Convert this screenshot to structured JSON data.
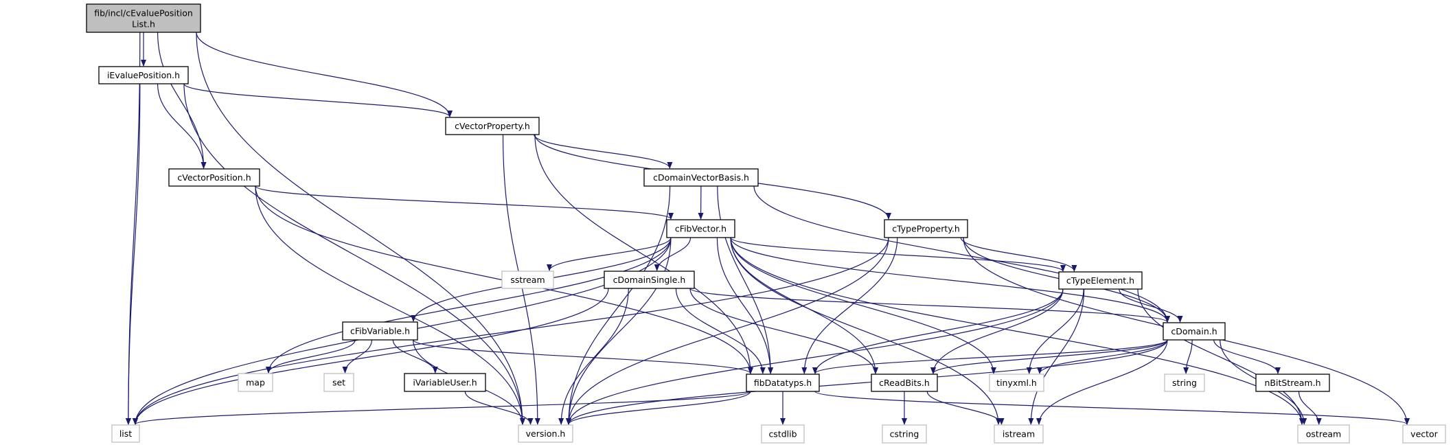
{
  "graph": {
    "edge_color": "#191970",
    "root_fill": "#bfbfbf",
    "system_border": "#bfbfbf",
    "root": {
      "label": "fib/incl/cEvaluePositionList.h",
      "lines": [
        "fib/incl/cEvaluePosition",
        "List.h"
      ]
    },
    "nodes": [
      {
        "label": "iEvaluePosition.h",
        "system": false
      },
      {
        "label": "cVectorPosition.h",
        "system": false
      },
      {
        "label": "cVectorProperty.h",
        "system": false
      },
      {
        "label": "cDomainVectorBasis.h",
        "system": false
      },
      {
        "label": "cFibVector.h",
        "system": false
      },
      {
        "label": "cTypeProperty.h",
        "system": false
      },
      {
        "label": "sstream",
        "system": true
      },
      {
        "label": "cDomainSingle.h",
        "system": false
      },
      {
        "label": "cTypeElement.h",
        "system": false
      },
      {
        "label": "cFibVariable.h",
        "system": false
      },
      {
        "label": "cDomain.h",
        "system": false
      },
      {
        "label": "map",
        "system": true
      },
      {
        "label": "set",
        "system": true
      },
      {
        "label": "iVariableUser.h",
        "system": false
      },
      {
        "label": "fibDatatyps.h",
        "system": false
      },
      {
        "label": "cReadBits.h",
        "system": false
      },
      {
        "label": "tinyxml.h",
        "system": true
      },
      {
        "label": "string",
        "system": true
      },
      {
        "label": "nBitStream.h",
        "system": false
      },
      {
        "label": "list",
        "system": true
      },
      {
        "label": "version.h",
        "system": true
      },
      {
        "label": "cstdlib",
        "system": true
      },
      {
        "label": "cstring",
        "system": true
      },
      {
        "label": "istream",
        "system": true
      },
      {
        "label": "ostream",
        "system": true
      },
      {
        "label": "vector",
        "system": true
      }
    ],
    "edges": [
      [
        "fib/incl/cEvaluePositionList.h",
        "list"
      ],
      [
        "fib/incl/cEvaluePositionList.h",
        "version.h"
      ],
      [
        "fib/incl/cEvaluePositionList.h",
        "iEvaluePosition.h"
      ],
      [
        "fib/incl/cEvaluePositionList.h",
        "cVectorPosition.h"
      ],
      [
        "fib/incl/cEvaluePositionList.h",
        "cVectorProperty.h"
      ],
      [
        "iEvaluePosition.h",
        "cVectorProperty.h"
      ],
      [
        "iEvaluePosition.h",
        "cVectorPosition.h"
      ],
      [
        "iEvaluePosition.h",
        "list"
      ],
      [
        "iEvaluePosition.h",
        "version.h"
      ],
      [
        "cVectorPosition.h",
        "cFibVector.h"
      ],
      [
        "cVectorPosition.h",
        "fibDatatyps.h"
      ],
      [
        "cVectorPosition.h",
        "version.h"
      ],
      [
        "cVectorProperty.h",
        "version.h"
      ],
      [
        "cVectorProperty.h",
        "cDomainVectorBasis.h"
      ],
      [
        "cVectorProperty.h",
        "fibDatatyps.h"
      ],
      [
        "cVectorProperty.h",
        "cTypeProperty.h"
      ],
      [
        "cDomainVectorBasis.h",
        "cFibVector.h"
      ],
      [
        "cDomainVectorBasis.h",
        "version.h"
      ],
      [
        "cDomainVectorBasis.h",
        "fibDatatyps.h"
      ],
      [
        "cDomainVectorBasis.h",
        "cDomain.h"
      ],
      [
        "cFibVector.h",
        "list"
      ],
      [
        "cFibVector.h",
        "map"
      ],
      [
        "cFibVector.h",
        "sstream"
      ],
      [
        "cFibVector.h",
        "cDomainSingle.h"
      ],
      [
        "cFibVector.h",
        "cFibVariable.h"
      ],
      [
        "cFibVector.h",
        "version.h"
      ],
      [
        "cFibVector.h",
        "fibDatatyps.h"
      ],
      [
        "cFibVector.h",
        "cReadBits.h"
      ],
      [
        "cFibVector.h",
        "istream"
      ],
      [
        "cFibVector.h",
        "tinyxml.h"
      ],
      [
        "cFibVector.h",
        "cTypeElement.h"
      ],
      [
        "cFibVector.h",
        "cDomain.h"
      ],
      [
        "cFibVector.h",
        "ostream"
      ],
      [
        "cTypeProperty.h",
        "list"
      ],
      [
        "cTypeProperty.h",
        "version.h"
      ],
      [
        "cTypeProperty.h",
        "fibDatatyps.h"
      ],
      [
        "cTypeProperty.h",
        "cTypeElement.h"
      ],
      [
        "cTypeProperty.h",
        "cDomain.h"
      ],
      [
        "cTypeProperty.h",
        "vector"
      ],
      [
        "cDomainSingle.h",
        "list"
      ],
      [
        "cDomainSingle.h",
        "version.h"
      ],
      [
        "cDomainSingle.h",
        "fibDatatyps.h"
      ],
      [
        "cDomainSingle.h",
        "cReadBits.h"
      ],
      [
        "cDomainSingle.h",
        "cDomain.h"
      ],
      [
        "cFibVariable.h",
        "map"
      ],
      [
        "cFibVariable.h",
        "set"
      ],
      [
        "cFibVariable.h",
        "iVariableUser.h"
      ],
      [
        "cFibVariable.h",
        "version.h"
      ],
      [
        "cFibVariable.h",
        "fibDatatyps.h"
      ],
      [
        "iVariableUser.h",
        "version.h"
      ],
      [
        "cTypeElement.h",
        "fibDatatyps.h"
      ],
      [
        "cTypeElement.h",
        "version.h"
      ],
      [
        "cTypeElement.h",
        "cReadBits.h"
      ],
      [
        "cTypeElement.h",
        "tinyxml.h"
      ],
      [
        "cTypeElement.h",
        "istream"
      ],
      [
        "cTypeElement.h",
        "cDomain.h"
      ],
      [
        "cTypeElement.h",
        "ostream"
      ],
      [
        "cDomain.h",
        "fibDatatyps.h"
      ],
      [
        "cDomain.h",
        "cReadBits.h"
      ],
      [
        "cDomain.h",
        "version.h"
      ],
      [
        "cDomain.h",
        "tinyxml.h"
      ],
      [
        "cDomain.h",
        "istream"
      ],
      [
        "cDomain.h",
        "string"
      ],
      [
        "cDomain.h",
        "ostream"
      ],
      [
        "cDomain.h",
        "nBitStream.h"
      ],
      [
        "fibDatatyps.h",
        "list"
      ],
      [
        "fibDatatyps.h",
        "version.h"
      ],
      [
        "fibDatatyps.h",
        "cstdlib"
      ],
      [
        "fibDatatyps.h",
        "vector"
      ],
      [
        "cReadBits.h",
        "cstring"
      ],
      [
        "cReadBits.h",
        "istream"
      ],
      [
        "nBitStream.h",
        "ostream"
      ]
    ]
  }
}
